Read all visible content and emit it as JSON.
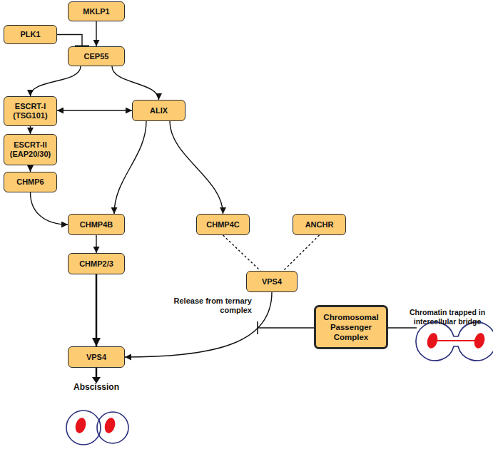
{
  "diagram": {
    "nodes": [
      {
        "text": [
          "MKLP1"
        ]
      },
      {
        "text": [
          "PLK1"
        ]
      },
      {
        "text": [
          "CEP55"
        ]
      },
      {
        "text": [
          "ESCRT-I (TSG101)"
        ]
      },
      {
        "text": [
          "ALIX"
        ]
      },
      {
        "text": [
          "ESCRT-II (EAP20/30)"
        ]
      },
      {
        "text": [
          "CHMP6"
        ]
      },
      {
        "text": [
          "CHMP4B"
        ]
      },
      {
        "text": [
          "CHMP4C"
        ]
      },
      {
        "text": [
          "ANCHR"
        ]
      },
      {
        "text": [
          "CHMP2/3"
        ]
      },
      {
        "text": [
          "VPS4"
        ]
      },
      {
        "text": [
          "Chromosomal Passenger Complex"
        ]
      },
      {
        "text": [
          "VPS4"
        ]
      }
    ],
    "edges": [
      {
        "from": 0,
        "to": 2,
        "arrow": "to"
      },
      {
        "from": 1,
        "to": 2,
        "arrow": "to"
      },
      {
        "from": 2,
        "to": 3,
        "arrow": "to"
      },
      {
        "from": 2,
        "to": 4,
        "arrow": "to"
      },
      {
        "from": 3,
        "to": 4,
        "arrow": "both"
      },
      {
        "from": 3,
        "to": 5,
        "arrow": "to"
      },
      {
        "from": 5,
        "to": 6,
        "arrow": "to"
      },
      {
        "from": 6,
        "to": 7,
        "arrow": "to"
      },
      {
        "from": 4,
        "to": 7,
        "arrow": "to"
      },
      {
        "from": 4,
        "to": 8,
        "arrow": "to"
      },
      {
        "from": 7,
        "to": 10,
        "arrow": "to"
      },
      {
        "from": 10,
        "to": 13,
        "arrow": "to"
      },
      {
        "from": 8,
        "to": 11,
        "arrow": "none"
      },
      {
        "from": 9,
        "to": 11,
        "arrow": "none"
      },
      {
        "from": 11,
        "to": 13,
        "label": "Release from ternary complex",
        "arrow": "to"
      }
    ],
    "labels": [
      "Abscission",
      "Chromatin trapped in intercellular bridge"
    ]
  }
}
